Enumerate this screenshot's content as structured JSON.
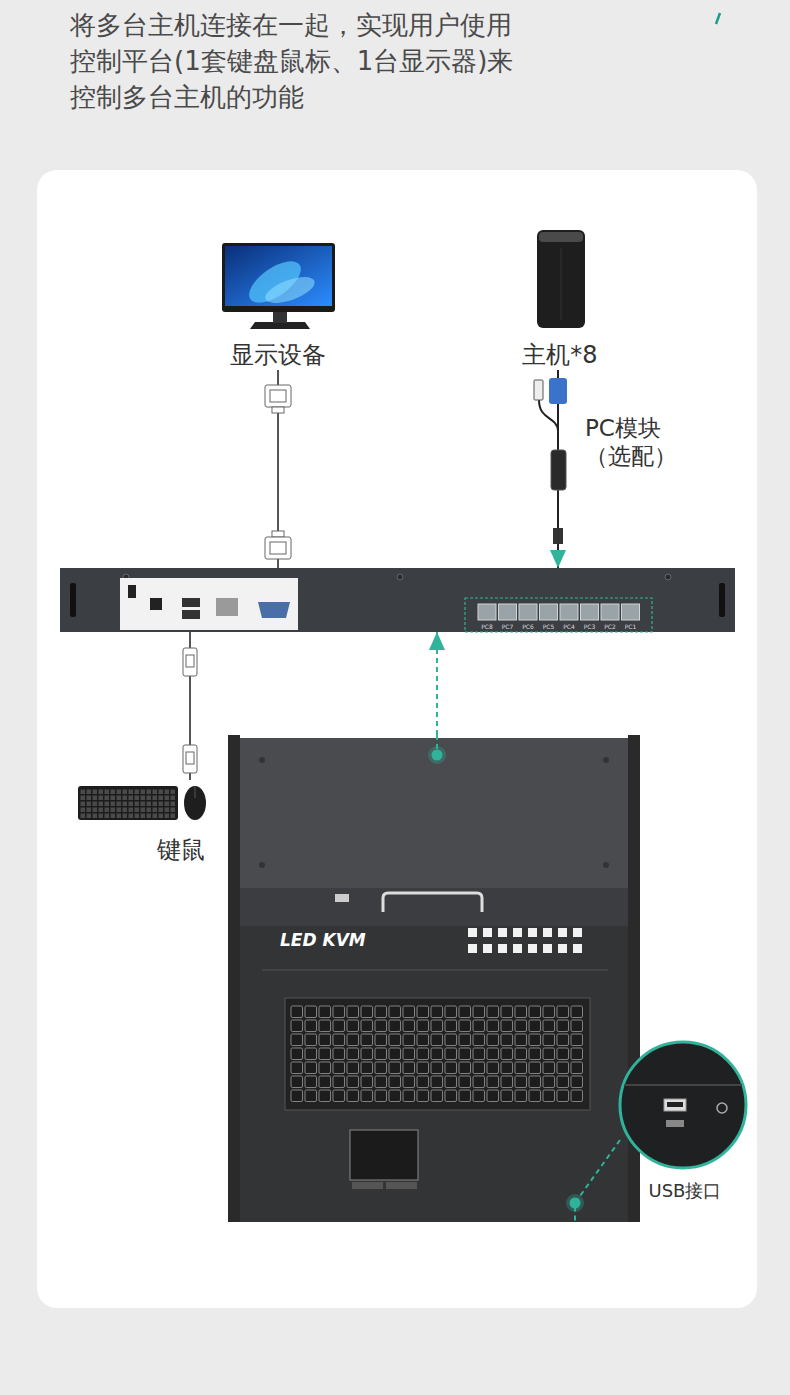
{
  "diagram": {
    "title": "将多台主机连接在一起，实现用户使用控制平台(1套键盘鼠标、1台显示器)来控制多台主机的功能",
    "nodes": [
      {
        "text": [
          "显示设备"
        ]
      },
      {
        "text": [
          "主机*8"
        ]
      },
      {
        "text": [
          "PC模块 （选配）"
        ]
      },
      {
        "text": [
          "PC8",
          "PC7",
          "PC6",
          "PC5",
          "PC4",
          "PC3",
          "PC2",
          "PC1"
        ]
      },
      {
        "text": [
          "键鼠"
        ]
      },
      {
        "text": [
          "LED KVM"
        ]
      },
      {
        "text": [
          "USB接口"
        ]
      }
    ],
    "edges": [
      {
        "from": 0,
        "to": 3,
        "arrow": "none"
      },
      {
        "from": 1,
        "to": 2,
        "arrow": "none"
      },
      {
        "from": 2,
        "to": 3,
        "arrow": "to"
      },
      {
        "from": 3,
        "to": 4,
        "arrow": "none"
      },
      {
        "from": 5,
        "to": 3,
        "arrow": "to"
      },
      {
        "from": 6,
        "to": 5,
        "arrow": "none"
      }
    ]
  }
}
